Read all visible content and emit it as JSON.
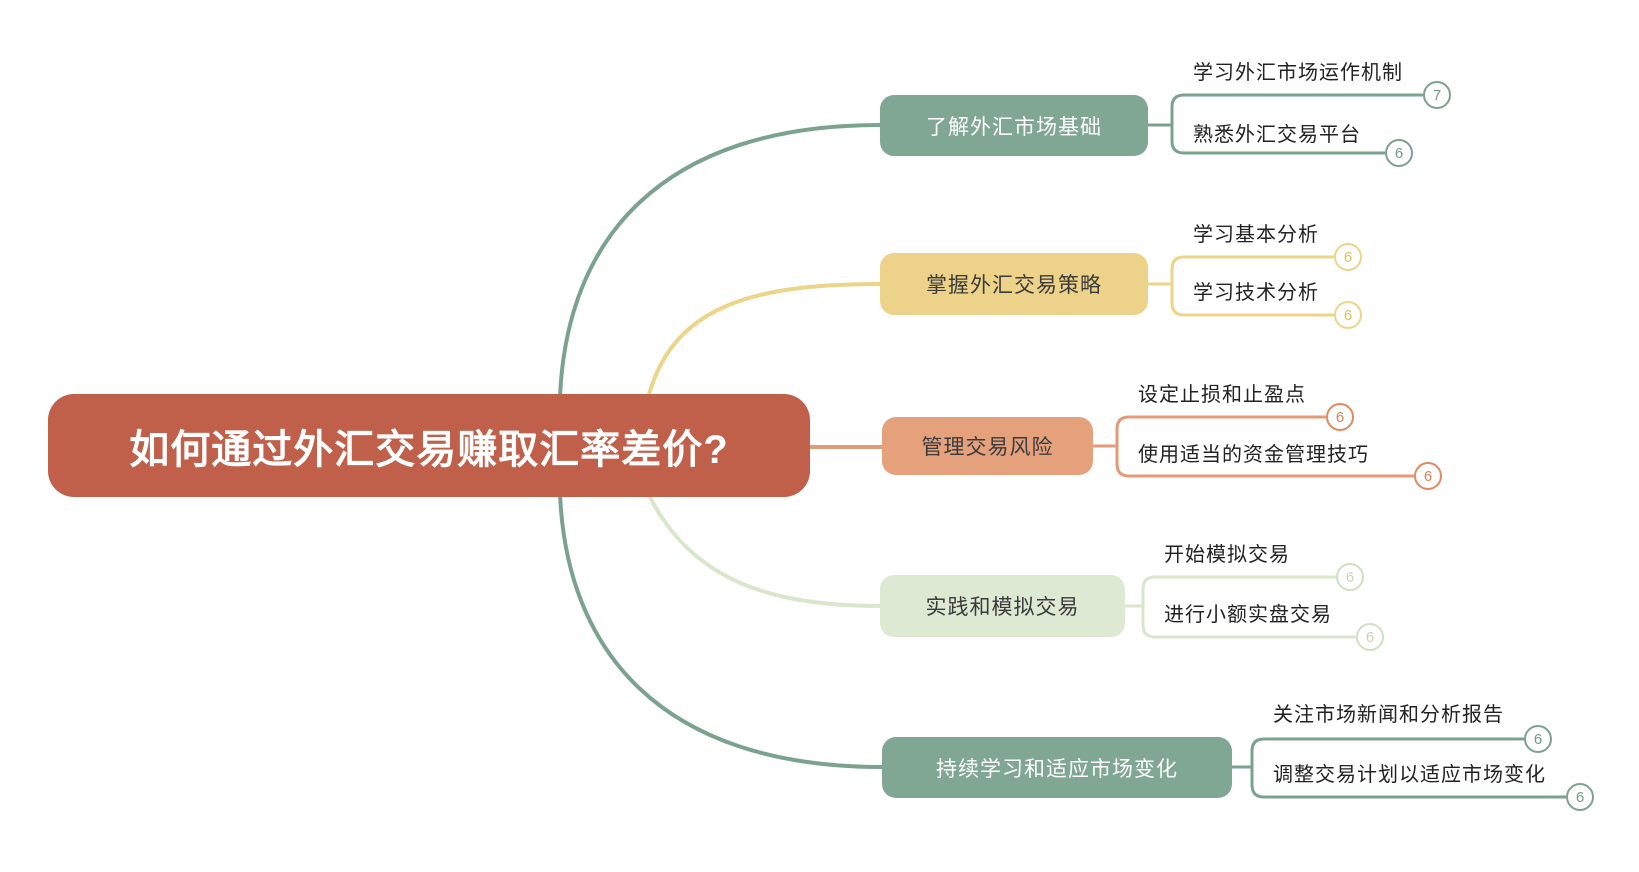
{
  "canvas": {
    "background": "#ffffff"
  },
  "root": {
    "label": "如何通过外汇交易赚取汇率差价?",
    "fill": "#c05f4a",
    "text_color": "#ffffff"
  },
  "branches": [
    {
      "label": "了解外汇市场基础",
      "fill": "#80a794",
      "line_color": "#7aa28f",
      "text_color": "#ffffff",
      "children": [
        {
          "label": "学习外汇市场运作机制",
          "badge": "7"
        },
        {
          "label": "熟悉外汇交易平台",
          "badge": "6"
        }
      ]
    },
    {
      "label": "掌握外汇交易策略",
      "fill": "#edd38a",
      "line_color": "#ecd489",
      "text_color": "#3b3b3b",
      "children": [
        {
          "label": "学习基本分析",
          "badge": "6"
        },
        {
          "label": "学习技术分析",
          "badge": "6"
        }
      ]
    },
    {
      "label": "管理交易风险",
      "fill": "#e5a07c",
      "line_color": "#e29b76",
      "badge_color": "#e08a62",
      "text_color": "#3b3b3b",
      "children": [
        {
          "label": "设定止损和止盈点",
          "badge": "6"
        },
        {
          "label": "使用适当的资金管理技巧",
          "badge": "6"
        }
      ]
    },
    {
      "label": "实践和模拟交易",
      "fill": "#dde9d3",
      "line_color": "#d9e6cc",
      "badge_color": "#cfe0c0",
      "text_color": "#3b3b3b",
      "children": [
        {
          "label": "开始模拟交易",
          "badge": "6"
        },
        {
          "label": "进行小额实盘交易",
          "badge": "6"
        }
      ]
    },
    {
      "label": "持续学习和适应市场变化",
      "fill": "#80a794",
      "line_color": "#7aa28f",
      "text_color": "#ffffff",
      "children": [
        {
          "label": "关注市场新闻和分析报告",
          "badge": "6"
        },
        {
          "label": "调整交易计划以适应市场变化",
          "badge": "6"
        }
      ]
    }
  ]
}
